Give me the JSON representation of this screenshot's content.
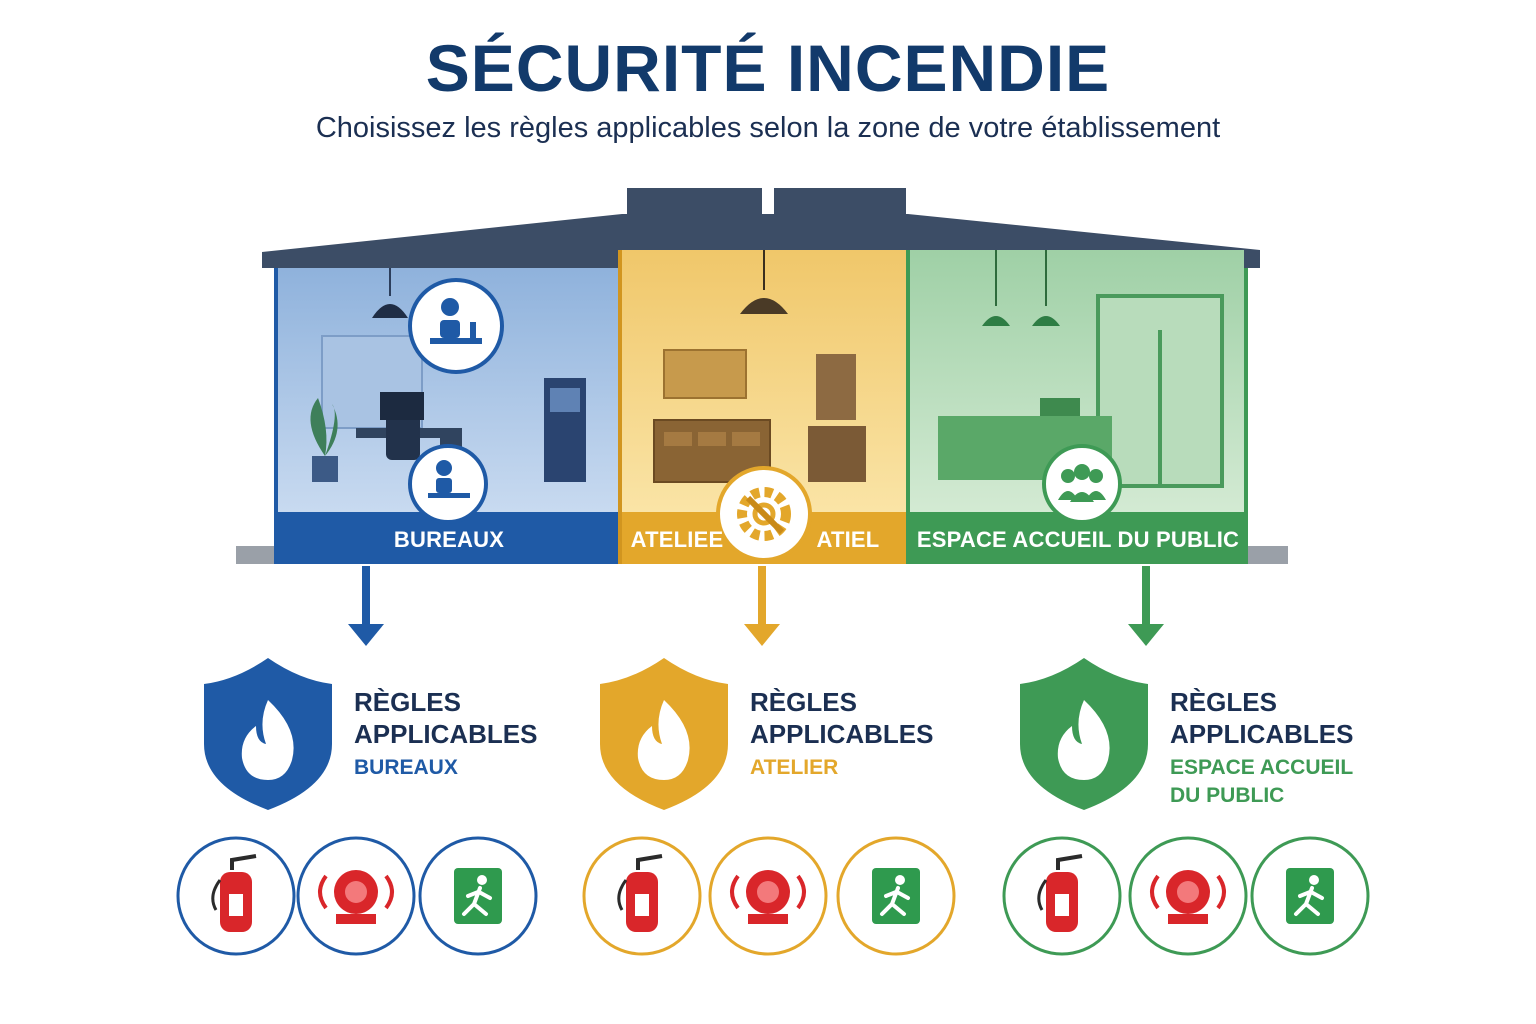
{
  "header": {
    "title": "SÉCURITÉ INCENDIE",
    "subtitle": "Choisissez les règles applicables selon la zone de votre établissement"
  },
  "zones": [
    {
      "key": "bureaux",
      "label": "BUREAUX",
      "color": "#1f5aa6"
    },
    {
      "key": "atelier",
      "label_left": "ATELIEE",
      "label_right": "ATIEL",
      "color": "#e3a72b"
    },
    {
      "key": "accueil",
      "label": "ESPACE ACCUEIL DU PUBLIC",
      "color": "#3e9a55"
    }
  ],
  "rules": {
    "line1": "RÈGLES",
    "line2": "APPLICABLES",
    "bureaux": "BUREAUX",
    "atelier": "ATELIER",
    "accueil_line1": "ESPACE ACCUEIL",
    "accueil_line2": "DU PUBLIC"
  },
  "equipment_icons": [
    "fire-extinguisher-icon",
    "alarm-bell-icon",
    "emergency-exit-icon"
  ],
  "colors": {
    "navy": "#123a6b",
    "blue": "#1f5aa6",
    "yellow": "#e3a72b",
    "green": "#3e9a55",
    "red": "#d9262a",
    "exit_green": "#2f9a4e",
    "roof": "#3c4d66"
  }
}
